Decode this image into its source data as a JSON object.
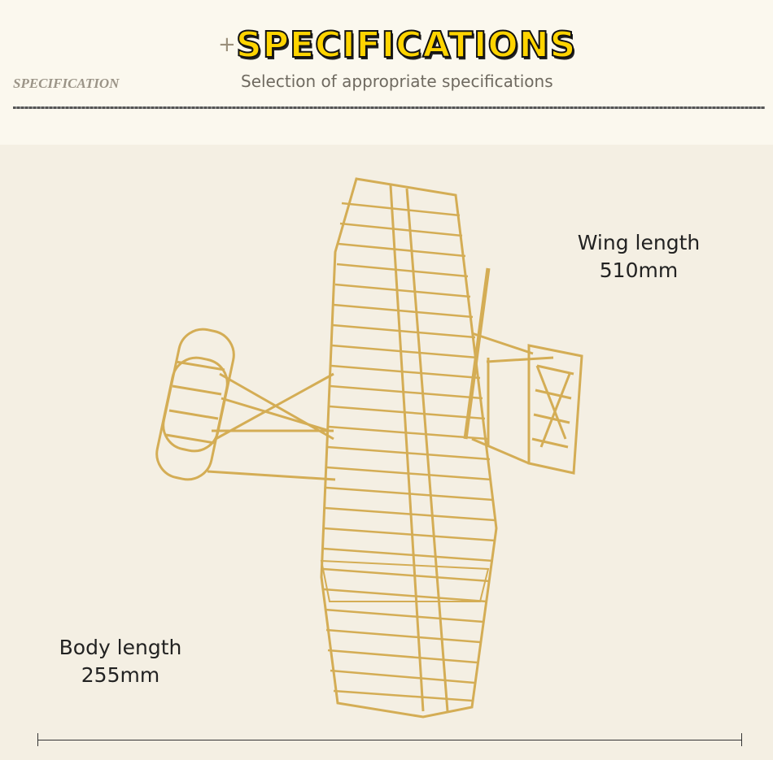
{
  "header": {
    "plus": "+",
    "title": "SPECIFICATIONS",
    "subtitle": "Selection of appropriate specifications",
    "side_label": "SPECIFICATION"
  },
  "specs": {
    "wing_label": "Wing length",
    "wing_value": "510mm",
    "body_label": "Body length",
    "body_value": "255mm"
  },
  "colors": {
    "accent": "#ffd400",
    "wood": "#d9b35a",
    "background": "#f4efe3"
  }
}
